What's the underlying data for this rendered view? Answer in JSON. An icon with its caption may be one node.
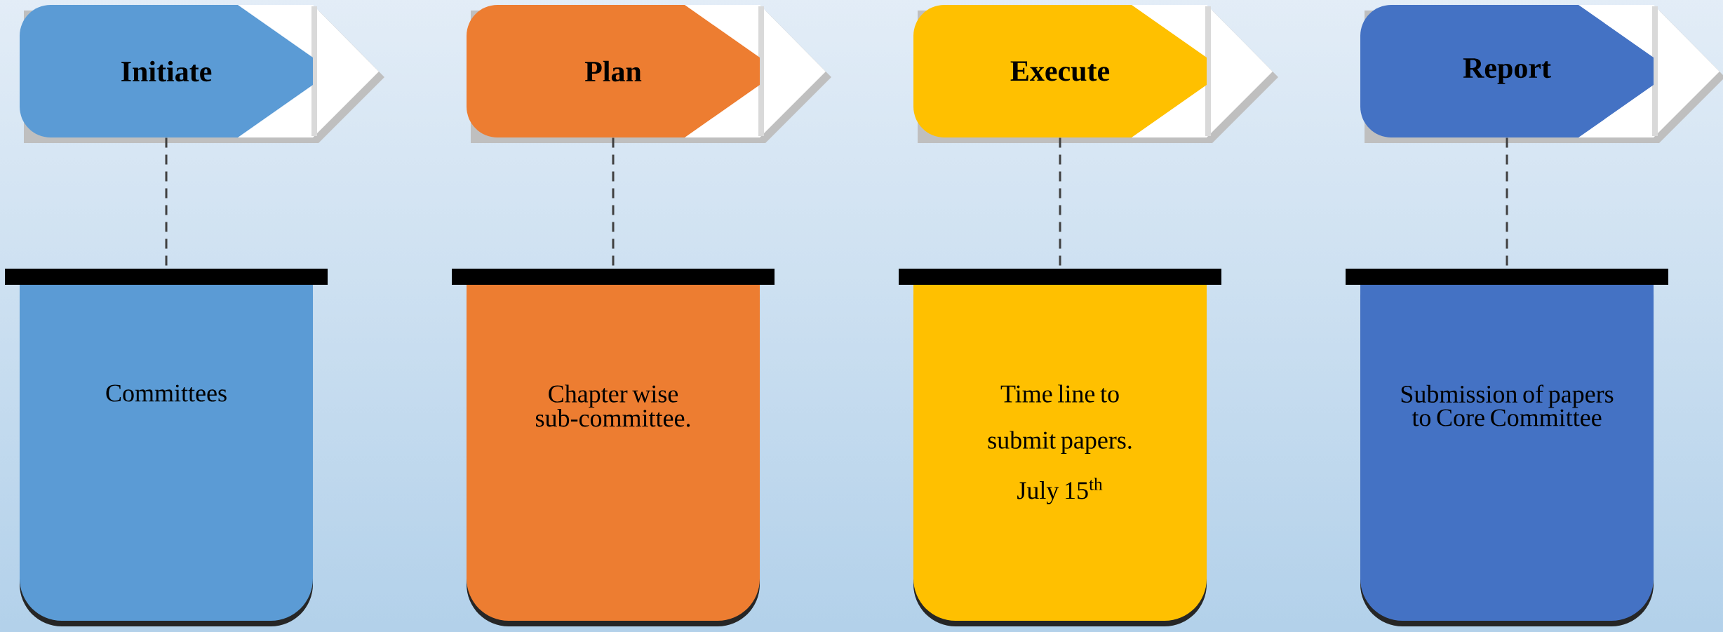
{
  "diagram": {
    "nodes": [
      {
        "text": [
          "Initiate"
        ]
      },
      {
        "text": [
          "Plan"
        ]
      },
      {
        "text": [
          "Execute"
        ]
      },
      {
        "text": [
          "Report"
        ]
      },
      {
        "text": [
          "Committees"
        ]
      },
      {
        "text": [
          "Chapter wise  sub-committee."
        ]
      },
      {
        "text": [
          "Time line to submit papers.",
          "July 15$^{th}$"
        ]
      },
      {
        "text": [
          "Submission of papers to Core Committee"
        ]
      }
    ],
    "edges": [
      {
        "from": 0,
        "to": 4,
        "arrow": "none",
        "style": "dashed"
      },
      {
        "from": 1,
        "to": 5,
        "arrow": "none",
        "style": "dashed"
      },
      {
        "from": 2,
        "to": 6,
        "arrow": "none",
        "style": "dashed"
      },
      {
        "from": 3,
        "to": 7,
        "arrow": "none",
        "style": "dashed"
      }
    ]
  }
}
